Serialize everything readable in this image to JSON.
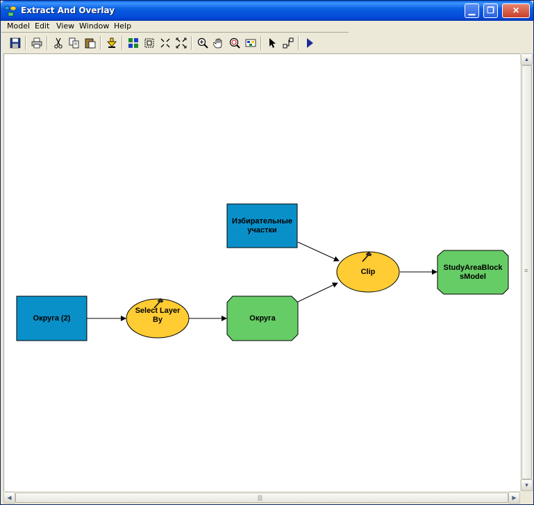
{
  "window": {
    "title": "Extract And Overlay"
  },
  "menu": [
    "Model",
    "Edit",
    "View",
    "Window",
    "Help"
  ],
  "toolbar_icons": [
    "save-icon",
    "print-icon",
    "cut-icon",
    "copy-icon",
    "paste-icon",
    "add-data-icon",
    "auto-layout-icon",
    "full-extent-icon",
    "fixed-zoom-in-icon",
    "fixed-zoom-out-icon",
    "zoom-in-icon",
    "pan-icon",
    "magnify-icon",
    "overview-icon",
    "select-icon",
    "connect-icon",
    "run-icon"
  ],
  "model": {
    "nodes": {
      "okruga2": "Округа (2)",
      "select_layer": "Select Layer By",
      "okruga": "Округа",
      "izbiratelnye": "Избирательные участки",
      "clip": "Clip",
      "output": "StudyAreaBlocksModel"
    },
    "colors": {
      "input": "#0a90c8",
      "tool": "#ffcc33",
      "derived": "#66cc66"
    }
  }
}
